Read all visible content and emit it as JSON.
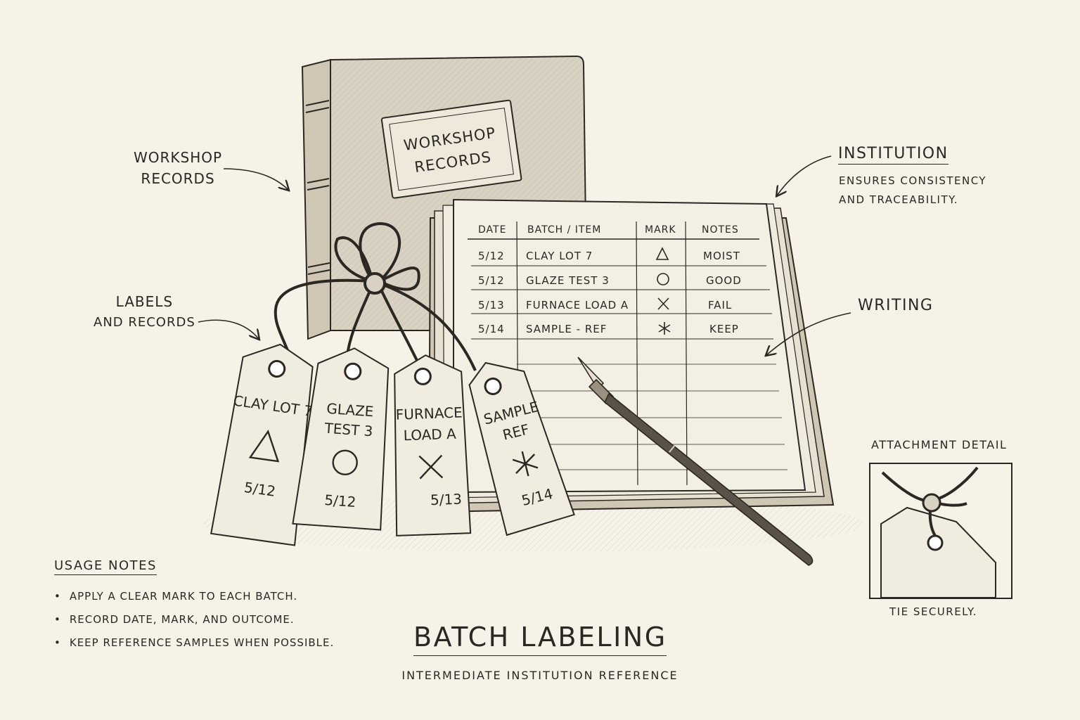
{
  "book": {
    "cover_label_line1": "WORKSHOP",
    "cover_label_line2": "RECORDS"
  },
  "callouts": {
    "workshop_records_line1": "WORKSHOP",
    "workshop_records_line2": "RECORDS",
    "labels_line1": "LABELS",
    "labels_line2": "AND RECORDS",
    "writing": "WRITING",
    "institution_title": "INSTITUTION",
    "institution_desc_line1": "ENSURES CONSISTENCY",
    "institution_desc_line2": "AND TRACEABILITY."
  },
  "ledger": {
    "headers": [
      "DATE",
      "BATCH / ITEM",
      "MARK",
      "NOTES"
    ],
    "rows": [
      {
        "date": "5/12",
        "item": "CLAY LOT 7",
        "mark": "triangle",
        "note": "MOIST"
      },
      {
        "date": "5/12",
        "item": "GLAZE TEST 3",
        "mark": "circle",
        "note": "GOOD"
      },
      {
        "date": "5/13",
        "item": "FURNACE LOAD A",
        "mark": "cross",
        "note": "FAIL"
      },
      {
        "date": "5/14",
        "item": "SAMPLE - REF",
        "mark": "asterisk",
        "note": "KEEP"
      }
    ]
  },
  "tags": [
    {
      "line1": "CLAY LOT 7",
      "line2": "",
      "mark": "triangle",
      "date": "5/12"
    },
    {
      "line1": "GLAZE",
      "line2": "TEST 3",
      "mark": "circle",
      "date": "5/12"
    },
    {
      "line1": "FURNACE",
      "line2": "LOAD A",
      "mark": "cross",
      "date": "5/13"
    },
    {
      "line1": "SAMPLE",
      "line2": "REF",
      "mark": "asterisk",
      "date": "5/14"
    }
  ],
  "usage_notes": {
    "title": "USAGE NOTES",
    "items": [
      "APPLY A CLEAR MARK TO EACH BATCH.",
      "RECORD DATE, MARK, AND OUTCOME.",
      "KEEP REFERENCE SAMPLES WHEN POSSIBLE."
    ]
  },
  "title": {
    "main": "BATCH LABELING",
    "subtitle": "INTERMEDIATE INSTITUTION REFERENCE"
  },
  "attachment_detail": {
    "title": "ATTACHMENT DETAIL",
    "caption": "TIE SECURELY."
  },
  "colors": {
    "ink": "#2b2722",
    "paper": "#f6f2e8",
    "book_cover": "#d9d2c3",
    "tag_paper": "#f1ece0"
  }
}
